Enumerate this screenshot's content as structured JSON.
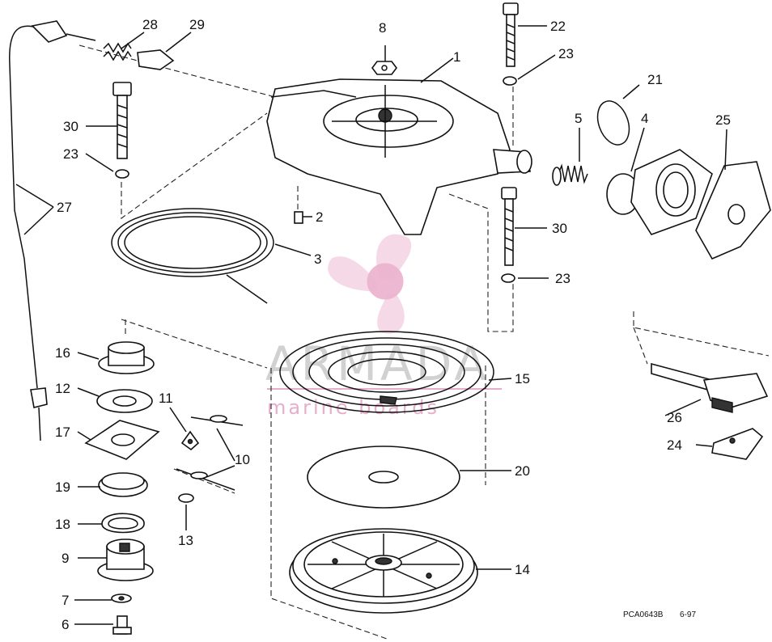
{
  "diagram": {
    "labels": {
      "l1": "1",
      "l2": "2",
      "l3": "3",
      "l4": "4",
      "l5": "5",
      "l6": "6",
      "l7": "7",
      "l8": "8",
      "l9": "9",
      "l10": "10",
      "l11": "11",
      "l12": "12",
      "l13": "13",
      "l14": "14",
      "l15": "15",
      "l16": "16",
      "l17": "17",
      "l18": "18",
      "l19": "19",
      "l20": "20",
      "l21": "21",
      "l22": "22",
      "l23a": "23",
      "l23b": "23",
      "l23c": "23",
      "l24": "24",
      "l25": "25",
      "l26": "26",
      "l27": "27",
      "l28": "28",
      "l29": "29",
      "l30a": "30",
      "l30b": "30"
    },
    "footer_code": "PCA0643B",
    "footer_date": "6-97"
  },
  "watermark": {
    "brand": "ARMADA",
    "tagline": "marine boards",
    "colors": {
      "pink": "#e8a8c8",
      "gray": "#c9c9c9",
      "pink_text": "#e2a0c2"
    }
  }
}
